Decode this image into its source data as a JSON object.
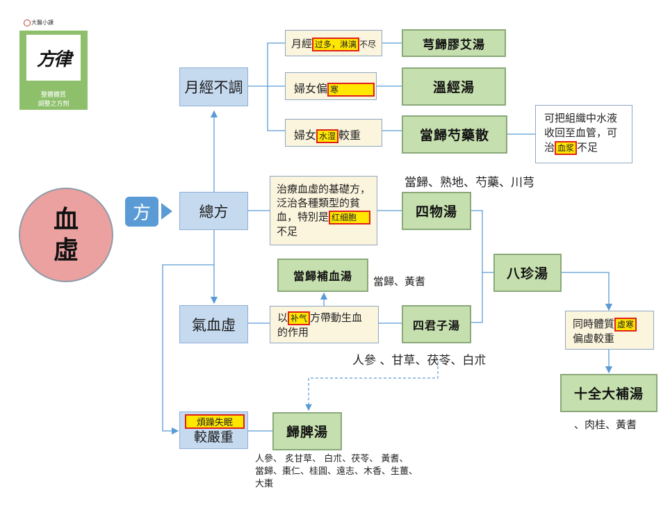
{
  "logo": {
    "caption": "大醫小課",
    "glyph": "方律",
    "line1": "整體體質",
    "line2": "調整之方劑"
  },
  "center": {
    "line1": "血",
    "line2": "虛"
  },
  "fang_label": "方",
  "nodes": {
    "yuejing": "月經不調",
    "zongfang": "總方",
    "qixuexu": "氣血虛",
    "jiaoyanzhong": "較嚴重",
    "fanzao_tag": "煩躁失眠"
  },
  "conditions": {
    "c1_pre": "月經",
    "c1_tag": "过多，淋漓",
    "c1_post": "不尽",
    "c2_pre": "婦女偏",
    "c2_tag": "寒",
    "c3_pre": "婦女",
    "c3_tag": "水湿",
    "c3_post": "較重",
    "c4_line1": "治療血虛的基礎方，",
    "c4_line2": "泛治各種類型的貧",
    "c4_line3": "血，特別是",
    "c4_tag": "红细胞",
    "c4_line4": "不足",
    "c5_pre": "以",
    "c5_tag": "补气",
    "c5_post": "方帶動生血",
    "c5_line2": "的作用",
    "c6_line1": "可把組織中水液",
    "c6_line2": "收回至血管，可",
    "c6_pre": "治",
    "c6_tag": "血浆",
    "c6_post": "不足",
    "c7_line1_pre": "同時體質",
    "c7_tag": "虛寒",
    "c7_line2": "偏虛較重"
  },
  "formulas": {
    "f1": "芎歸膠艾湯",
    "f2": "溫經湯",
    "f3": "當歸芍藥散",
    "f4": "四物湯",
    "f5": "當歸補血湯",
    "f6": "四君子湯",
    "f7": "八珍湯",
    "f8": "十全大補湯",
    "f9": "歸脾湯"
  },
  "ingredients": {
    "siwu": "當歸、熟地、芍藥、川芎",
    "danggui_buxue": "當歸、黃耆",
    "sijunzi": "人參 、甘草、茯苓、白朮",
    "shiquan": "、肉桂、黃耆",
    "guipi_line1": "人參、 炙甘草、 白朮、茯苓、 黃耆、",
    "guipi_line2": "當歸、棗仁、桂圓、遠志、木香、生薑、",
    "guipi_line3": "大棗"
  }
}
